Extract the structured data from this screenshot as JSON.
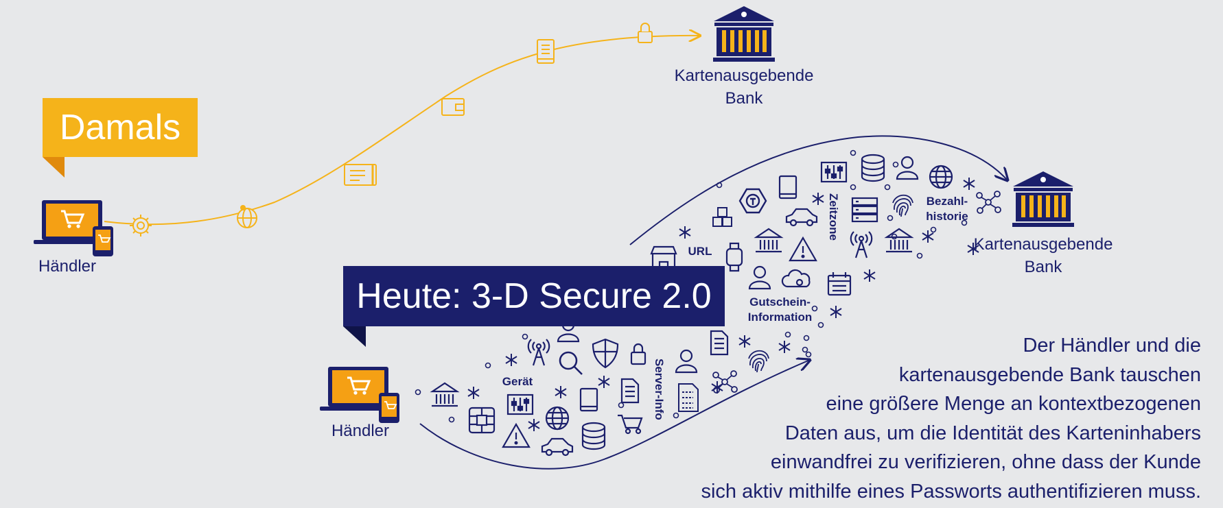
{
  "colors": {
    "navy": "#1b1f6b",
    "gold": "#f5b31a",
    "background": "#e7e8ea",
    "white": "#ffffff"
  },
  "top_label": "Damals",
  "bottom_label": "Heute: 3-D Secure 2.0",
  "top_merchant": "Händler",
  "top_bank": "Kartenausgebende\nBank",
  "bottom_merchant": "Händler",
  "bottom_bank": "Kartenausgebende\nBank",
  "data_keywords": {
    "url": "URL",
    "zeitzone": "Zeitzone",
    "bezahlhistorie": "Bezahl-\nhistorie",
    "gutschein": "Gutschein-\nInformation",
    "geraet": "Gerät",
    "server_info": "Server-Info"
  },
  "description": [
    "Der Händler und die",
    "kartenausgebende Bank tauschen",
    "eine größere Menge an kontextbezogenen",
    "Daten aus, um die Identität des Karteninhabers",
    "einwandfrei zu verifizieren, ohne dass der Kunde",
    "sich aktiv mithilfe eines Passworts authentifizieren muss."
  ],
  "icons": [
    "laptop-cart-icon",
    "bank-icon",
    "gear-icon",
    "globe-pin-icon",
    "card-icon",
    "wallet-icon",
    "phone-icon",
    "lock-icon",
    "cube-icon",
    "store-icon",
    "watch-icon",
    "shield-icon",
    "database-icon",
    "user-icon",
    "search-icon",
    "antenna-icon",
    "fingerprint-icon",
    "calendar-icon",
    "car-icon",
    "chip-icon",
    "warning-icon",
    "binary-icon",
    "network-icon",
    "server-icon",
    "cloud-gear-icon",
    "document-icon",
    "mixer-icon",
    "star-icon"
  ]
}
